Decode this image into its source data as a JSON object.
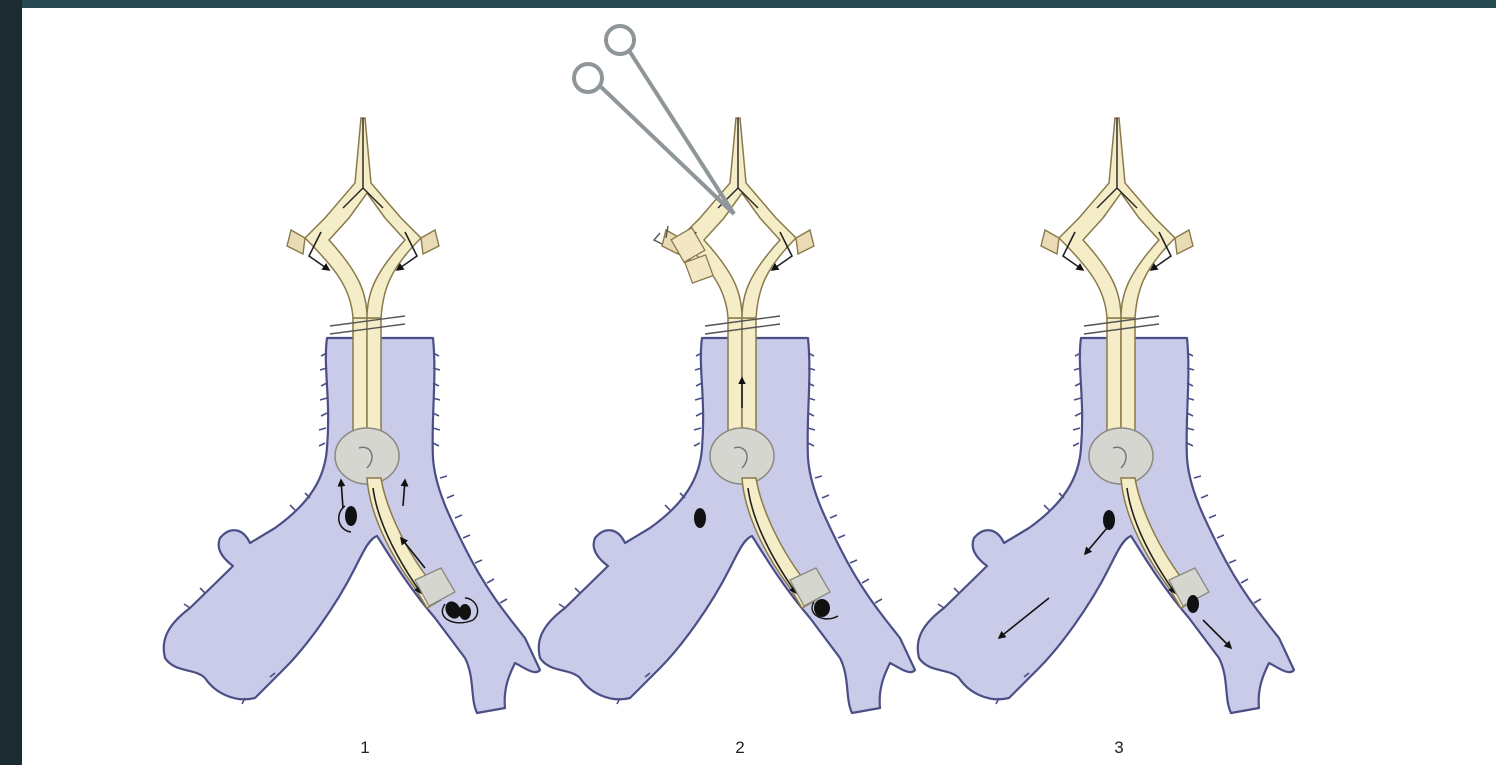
{
  "figure": {
    "panels": [
      {
        "label": "1"
      },
      {
        "label": "2"
      },
      {
        "label": "3"
      }
    ]
  },
  "colors": {
    "frame": "#1e3238",
    "frame_top": "#264a50",
    "background": "#ffffff",
    "bronchus_fill": "#c9cbe8",
    "bronchus_stroke": "#4b4f86",
    "tube_fill": "#f5edc8",
    "tube_stroke": "#8a7a4a",
    "cuff_fill": "#d6d6d0",
    "instrument": "#9aa0a4"
  },
  "icons": [
    "scissors-icon",
    "arrow-icon"
  ]
}
